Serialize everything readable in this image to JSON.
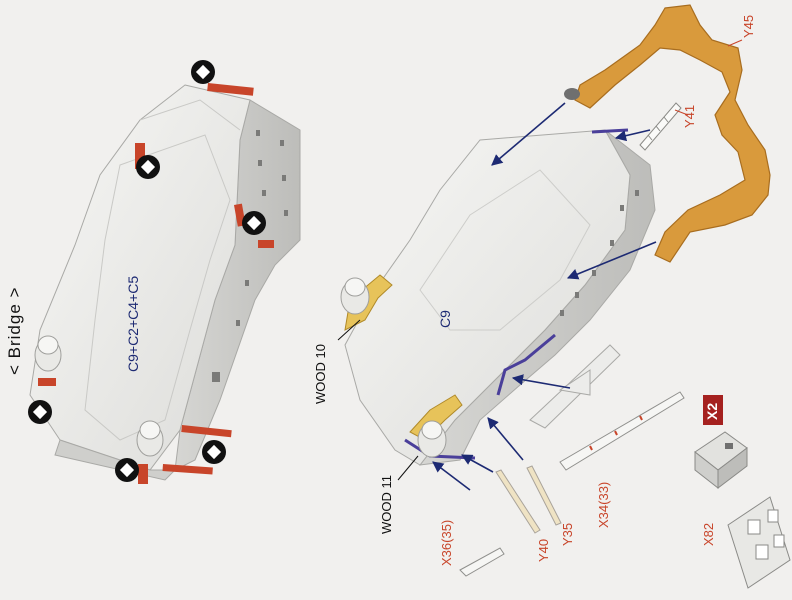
{
  "title": "< Bridge >",
  "assembly_label": "C9+C2+C4+C5",
  "body_label": "C9",
  "wood_labels": [
    "WOOD 10",
    "WOOD 11"
  ],
  "part_labels": {
    "y45": "Y45",
    "y41": "Y41",
    "y35": "Y35",
    "y40": "Y40",
    "x34": "X34(33)",
    "x36": "X36(35)",
    "x82": "X82"
  },
  "multiplier_badge": "X2",
  "colors": {
    "background": "#f1f0ee",
    "part_red": "#c8452a",
    "arrow_navy": "#1d2a73",
    "wood_orange": "#d99a3c",
    "gold": "#e7c35a",
    "badge": "#a5211f"
  },
  "icons": [
    "glue-marker-icon"
  ]
}
